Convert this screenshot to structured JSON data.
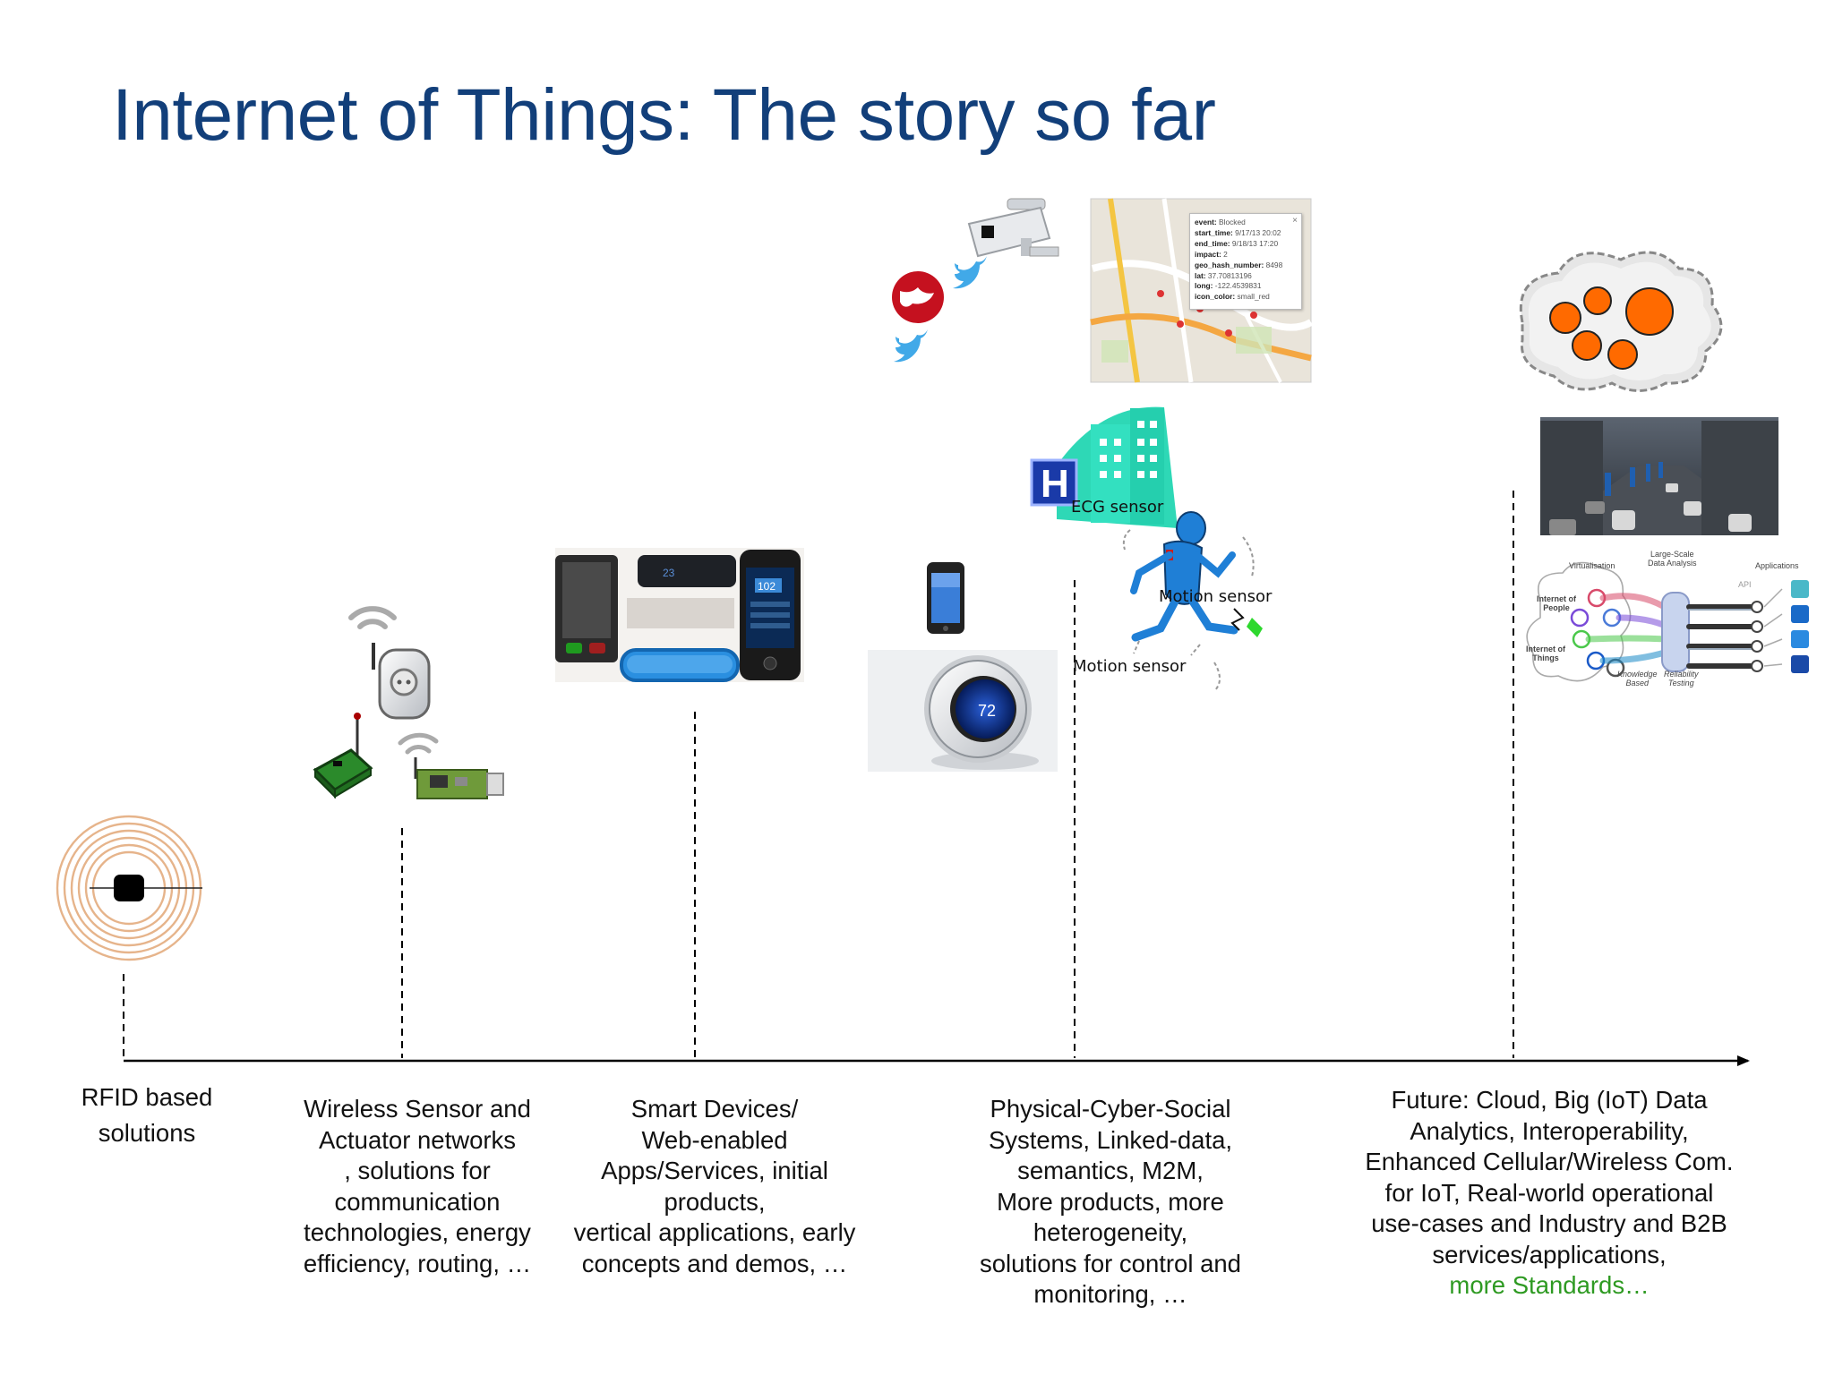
{
  "title": "Internet of Things: The story so far",
  "stages": [
    {
      "id": "rfid",
      "lines": [
        "RFID based",
        "solutions"
      ]
    },
    {
      "id": "wsn",
      "lines": [
        "Wireless Sensor and",
        "Actuator networks",
        ", solutions for",
        "communication",
        "technologies, energy",
        "efficiency, routing, …"
      ]
    },
    {
      "id": "smart",
      "lines": [
        "Smart Devices/",
        "Web-enabled",
        "Apps/Services, initial",
        "products,",
        "vertical applications, early",
        "concepts and demos, …"
      ]
    },
    {
      "id": "pcs",
      "lines": [
        "Physical-Cyber-Social",
        "Systems, Linked-data,",
        "semantics, M2M,",
        "More products, more",
        "heterogeneity,",
        "solutions for control and",
        "monitoring, …"
      ]
    },
    {
      "id": "future",
      "lines": [
        "Future: Cloud, Big (IoT) Data",
        "Analytics, Interoperability,",
        "Enhanced Cellular/Wireless Com.",
        "for IoT, Real-world operational",
        "use-cases and Industry and B2B",
        "services/applications,"
      ],
      "last_line": "more Standards…"
    }
  ],
  "labels": {
    "ecg_sensor": "ECG sensor",
    "motion_sensor_1": "Motion sensor",
    "motion_sensor_2": "Motion sensor"
  },
  "map_info": {
    "close": "×",
    "rows": [
      {
        "key": "event:",
        "val": "Blocked"
      },
      {
        "key": "start_time:",
        "val": "9/17/13 20:02"
      },
      {
        "key": "end_time:",
        "val": "9/18/13 17:20"
      },
      {
        "key": "impact:",
        "val": "2"
      },
      {
        "key": "geo_hash_number:",
        "val": "8498"
      },
      {
        "key": "lat:",
        "val": "37.70813196"
      },
      {
        "key": "long:",
        "val": "-122.4539831"
      },
      {
        "key": "icon_color:",
        "val": "small_red"
      }
    ]
  },
  "device_text": {
    "tracker": "23",
    "phone_reading": "102",
    "thermostat": "72",
    "hospital_letter": "H"
  },
  "architecture_labels": {
    "virtualisation": "Virtualisation",
    "large_scale_1": "Large-Scale",
    "large_scale_2": "Data Analysis",
    "applications": "Applications",
    "api": "API",
    "iop_1": "Internet of",
    "iop_2": "People",
    "iot_1": "Internet of",
    "iot_2": "Things",
    "knowledge_1": "Knowledge",
    "knowledge_2": "Based",
    "reliability_1": "Reliability",
    "reliability_2": "Testing"
  },
  "colors": {
    "title": "#123f7a",
    "future_text": "#1a3ec8",
    "standards_text": "#2e9a22",
    "cloud_dots": "#ff6a00"
  }
}
